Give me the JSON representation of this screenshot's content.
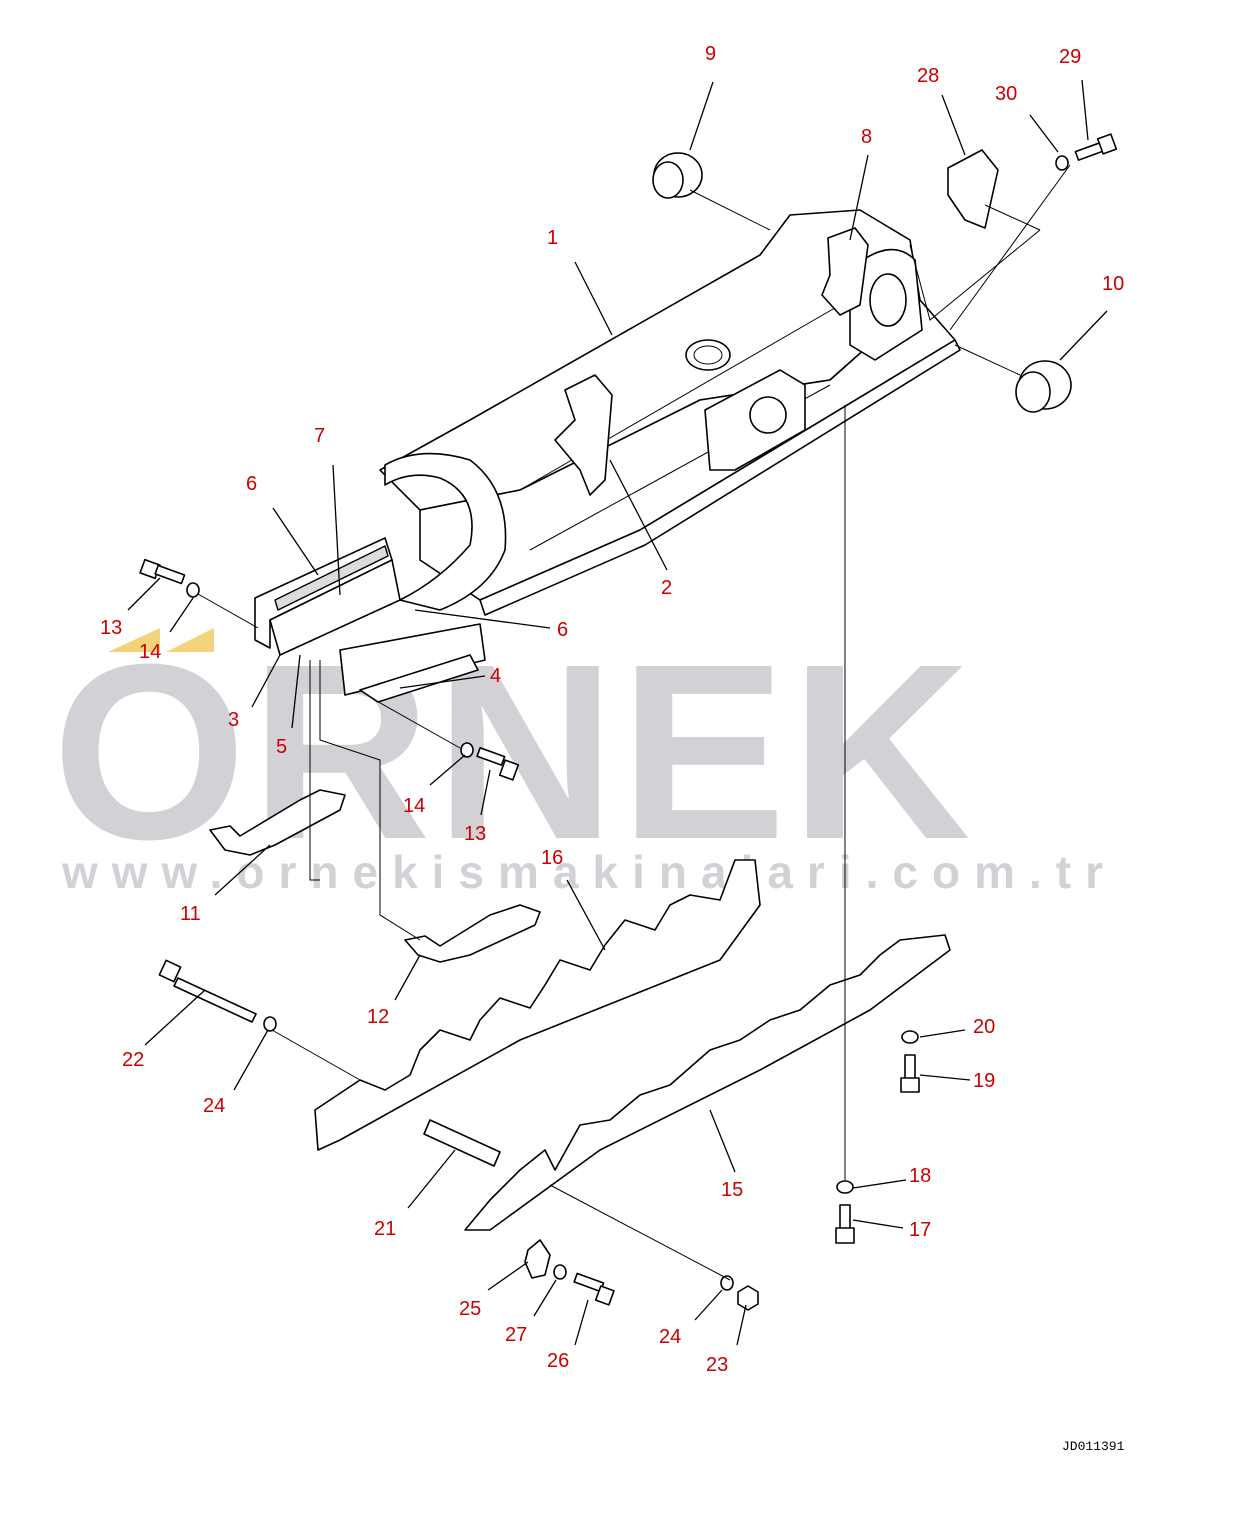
{
  "watermark": {
    "brand": "ORNEK",
    "url": "www.ornekismakinalari.com.tr",
    "color": "#ccc9d0",
    "accent_color": "#f2d27a"
  },
  "drawing_id": "JD011391",
  "callout_color": "#cc0000",
  "callouts": [
    {
      "id": "c9",
      "text": "9"
    },
    {
      "id": "c29",
      "text": "29"
    },
    {
      "id": "c28",
      "text": "28"
    },
    {
      "id": "c30",
      "text": "30"
    },
    {
      "id": "c8",
      "text": "8"
    },
    {
      "id": "c1",
      "text": "1"
    },
    {
      "id": "c10",
      "text": "10"
    },
    {
      "id": "c7",
      "text": "7"
    },
    {
      "id": "c6a",
      "text": "6"
    },
    {
      "id": "c2",
      "text": "2"
    },
    {
      "id": "c13a",
      "text": "13"
    },
    {
      "id": "c14a",
      "text": "14"
    },
    {
      "id": "c6b",
      "text": "6"
    },
    {
      "id": "c4",
      "text": "4"
    },
    {
      "id": "c3",
      "text": "3"
    },
    {
      "id": "c5",
      "text": "5"
    },
    {
      "id": "c14b",
      "text": "14"
    },
    {
      "id": "c13b",
      "text": "13"
    },
    {
      "id": "c16",
      "text": "16"
    },
    {
      "id": "c11",
      "text": "11"
    },
    {
      "id": "c12",
      "text": "12"
    },
    {
      "id": "c22",
      "text": "22"
    },
    {
      "id": "c20",
      "text": "20"
    },
    {
      "id": "c24a",
      "text": "24"
    },
    {
      "id": "c19",
      "text": "19"
    },
    {
      "id": "c15",
      "text": "15"
    },
    {
      "id": "c18",
      "text": "18"
    },
    {
      "id": "c21",
      "text": "21"
    },
    {
      "id": "c17",
      "text": "17"
    },
    {
      "id": "c25",
      "text": "25"
    },
    {
      "id": "c27",
      "text": "27"
    },
    {
      "id": "c26",
      "text": "26"
    },
    {
      "id": "c24b",
      "text": "24"
    },
    {
      "id": "c23",
      "text": "23"
    }
  ]
}
